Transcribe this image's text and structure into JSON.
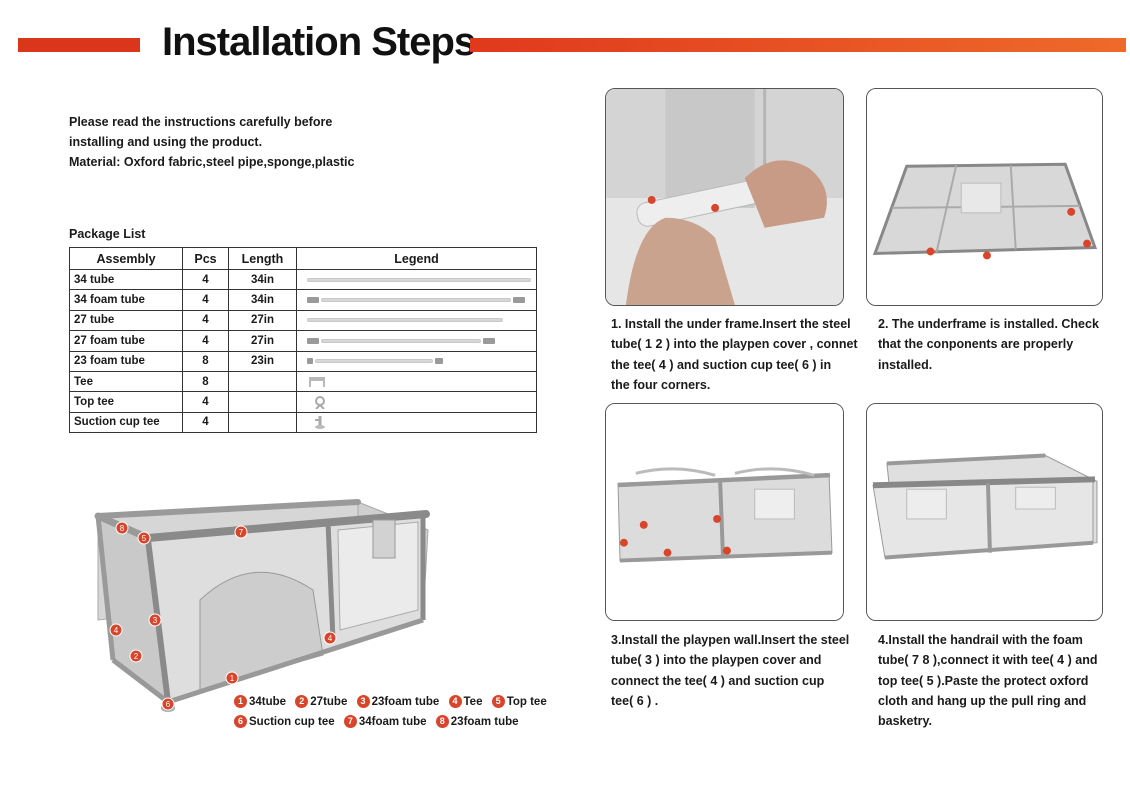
{
  "header": {
    "title": "Installation Steps"
  },
  "intro": {
    "lines": [
      "Please read the instructions carefully before",
      "installing and using the product.",
      "Material: Oxford fabric,steel pipe,sponge,plastic"
    ]
  },
  "package": {
    "label": "Package List",
    "headers": [
      "Assembly",
      "Pcs",
      "Length",
      "Legend"
    ],
    "rows": [
      {
        "assembly": "34 tube",
        "pcs": "4",
        "length": "34in"
      },
      {
        "assembly": "34 foam tube",
        "pcs": "4",
        "length": "34in"
      },
      {
        "assembly": "27 tube",
        "pcs": "4",
        "length": "27in"
      },
      {
        "assembly": "27 foam tube",
        "pcs": "4",
        "length": "27in"
      },
      {
        "assembly": "23 foam tube",
        "pcs": "8",
        "length": "23in"
      },
      {
        "assembly": "Tee",
        "pcs": "8",
        "length": ""
      },
      {
        "assembly": "Top tee",
        "pcs": "4",
        "length": ""
      },
      {
        "assembly": "Suction cup tee",
        "pcs": "4",
        "length": ""
      }
    ]
  },
  "parts_legend": {
    "items": [
      {
        "num": "1",
        "label": "34tube"
      },
      {
        "num": "2",
        "label": "27tube"
      },
      {
        "num": "3",
        "label": "23foam tube"
      },
      {
        "num": "4",
        "label": "Tee"
      },
      {
        "num": "5",
        "label": "Top tee"
      },
      {
        "num": "6",
        "label": "Suction cup tee"
      },
      {
        "num": "7",
        "label": "34foam tube"
      },
      {
        "num": "8",
        "label": "23foam tube"
      }
    ]
  },
  "steps": [
    {
      "lines": [
        "1. Install the under frame.Insert the steel",
        "tube( 1  2 ) into the playpen cover , connet",
        " the tee( 4 ) and suction  cup tee( 6 ) in",
        "the four corners."
      ]
    },
    {
      "lines": [
        "2. The underframe is installed. Check",
        "that the conponents are properly",
        "installed."
      ]
    },
    {
      "lines": [
        "3.Install the playpen wall.Insert the steel",
        "tube( 3 ) into the playpen cover and",
        "connect the tee( 4 ) and suction  cup",
        "tee( 6 ) ."
      ]
    },
    {
      "lines": [
        "4.Install the handrail with the foam",
        "tube( 7  8 ),connect it with tee( 4 ) and",
        "top tee( 5 ).Paste the protect oxford",
        "cloth and hang up the pull ring and",
        "basketry."
      ]
    }
  ],
  "colors": {
    "accent": "#d9361c",
    "marker": "#d9452a"
  }
}
